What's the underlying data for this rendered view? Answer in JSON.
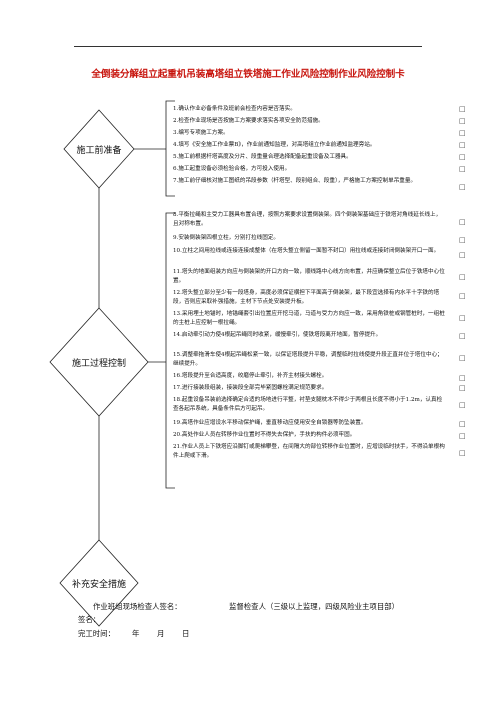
{
  "title": "全倒装分解组立起重机吊装高塔组立铁塔施工作业风险控制作业风险控制卡",
  "nodes": {
    "before": "施工前准备",
    "during": "施工过程控制",
    "extra": "补充安全措施"
  },
  "items": [
    {
      "text": "1.确认作业必备条件及班前会检查内容是否落实。"
    },
    {
      "text": "2.检查作业现场是否按施工方案要求落实各项安全防范措施。"
    },
    {
      "text": "3.编写专项施工方案。"
    },
    {
      "text": "4.填写《安全施工作业票B》，作业前通知监理，对高塔组立作业前通知监理旁站。"
    },
    {
      "text": "5.施工前根据杆塔高度及分片、段重量合理选择配备起重设备及工器具。"
    },
    {
      "text": "6.施工起重设备必须检验合格，方可投入使用。"
    },
    {
      "text": "7.施工前仔细核对施工图纸的吊段参数（杆塔型、段别组合、段重），严格施工方案控制单吊重量。"
    },
    {
      "text": "8.平衡拉绳和主受力工器具布置合理，按照方案要求设置倒装架。四个倒装架基础应于铁塔对角线延长线上，且对称布置。"
    },
    {
      "text": "9.安装倒装架四根立柱，分别打拉线固定。"
    },
    {
      "text": "10.立柱之间用拉线或连接连接成整体（在塔头整立侧留一面暂不封口）用拉线或连接封闭倒装架开口一面。"
    },
    {
      "text": "11.塔头的地面组装方向应与倒装架的开口方向一致，顺线路中心线方向布置，并应确保整立后位于铁塔中心位置。"
    },
    {
      "text": "12.塔头整立部分至少有一段塔身，高度必须保证横担下平面高于倒装架，最下段宜选择有内水平十字铁的塔段，否则应采取补强措施，主材下节点处安装提升板。"
    },
    {
      "text": "13.采用埋土地锚时，地锚绳套引出位置应开挖马道，马道与受力方向应一致，采用角铁桩或钢管桩时，一组桩的主桩上应控制一根拉绳。"
    },
    {
      "text": "14.启动牵引动力使4根起吊绳同时收紧，缓慢牵引，使铁塔段离开地面，暂停提升。"
    },
    {
      "text": "15.调整牵拖滑车使4根起吊绳松紧一致，以保证塔段提升平稳，调整临时拉线使提升段正直并位于塔位中心；继续提升。"
    },
    {
      "text": "16.塔段提升至合适高度，绞磨停止牵引，补齐主材接头螺栓。"
    },
    {
      "text": "17.进行接装段组装，接装段全部完毕紧固螺栓满足规范要求。"
    },
    {
      "text": "18.起重设备吊装前选择确定合适的场地进行平整，衬垫支腿枕木不得少于两根且长度不得小于1.2m，认真检查各起吊系统，具备条件后方可起吊。"
    },
    {
      "text": "19.高塔作业应增设水平移动保护绳，垂直移动应使用安全自锁器等防坠装置。"
    },
    {
      "text": "20.高处作业人员在转移作业位置时不得失去保护，手扶的构件必须牢固。"
    },
    {
      "text": "21.作业人员上下铁塔应沿脚钉或爬梯攀登，在间隔大的部位转移作业位置时，应增设临时扶手，不得沿单根构件上爬或下滑。"
    }
  ],
  "checkbox_symbol": "□",
  "footer": {
    "signers": "作业班组现场检查人签名：",
    "supervisor": "监督检查人（三级以上监理，四级风险业主项目部）",
    "sign_label": "签名：",
    "finish_time": "完工时间：",
    "year": "年",
    "month": "月",
    "day": "日"
  }
}
